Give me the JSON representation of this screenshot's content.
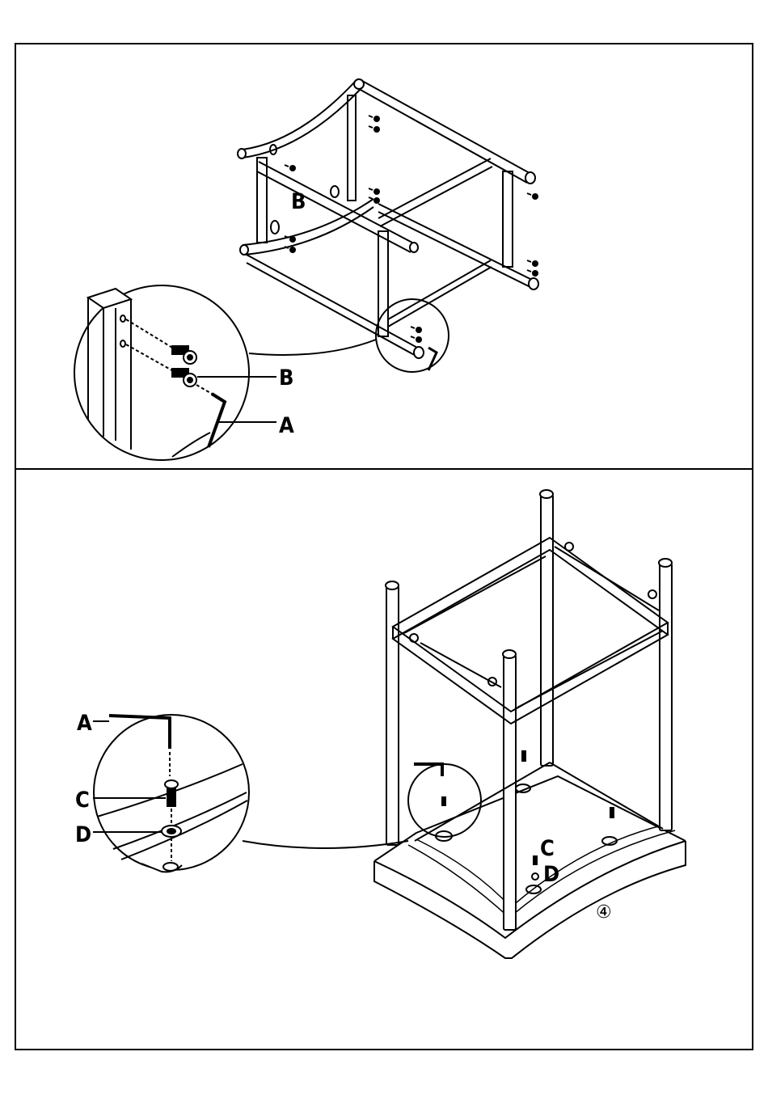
{
  "figure_top": {
    "labels": {
      "screw": "B",
      "allen_key": "A",
      "frame_screw": "B"
    }
  },
  "figure_bottom": {
    "labels": {
      "allen_key": "A",
      "bolt": "C",
      "washer": "D",
      "bolt_on_seat": "C",
      "washer_on_seat": "D"
    },
    "step_number": "④"
  }
}
